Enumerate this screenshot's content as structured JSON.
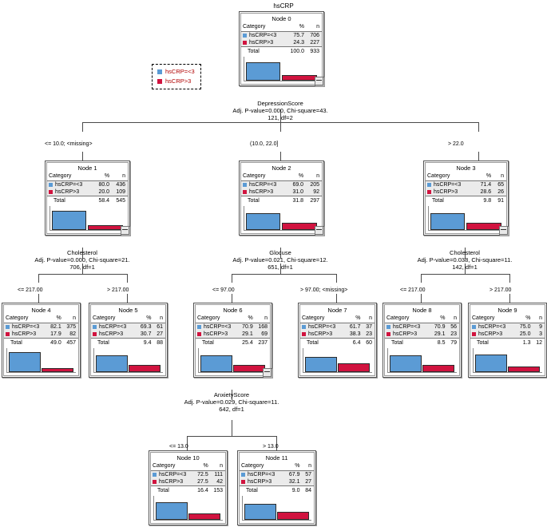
{
  "chart_data": {
    "type": "tree",
    "title": "hsCRP",
    "target_variable": "hsCRP",
    "legend": [
      {
        "label": "hsCRP=<3",
        "color": "#5b9bd5"
      },
      {
        "label": "hsCRP>3",
        "color": "#d1133f"
      }
    ],
    "table_headers": {
      "category": "Category",
      "pct": "%",
      "n": "n",
      "total": "Total"
    },
    "nodes": [
      {
        "id": "node0",
        "title": "Node 0",
        "rows": [
          {
            "label": "hsCRP=<3",
            "pct": "75.7",
            "n": "706"
          },
          {
            "label": "hsCRP>3",
            "pct": "24.3",
            "n": "227"
          }
        ],
        "total": {
          "pct": "100.0",
          "n": "933"
        },
        "split": {
          "var": "DepressionScore",
          "line1": "Adj. P-value=0.000, Chi-square=43.",
          "line2": "121, df=2"
        }
      },
      {
        "id": "node1",
        "title": "Node 1",
        "rows": [
          {
            "label": "hsCRP=<3",
            "pct": "80.0",
            "n": "436"
          },
          {
            "label": "hsCRP>3",
            "pct": "20.0",
            "n": "109"
          }
        ],
        "total": {
          "pct": "58.4",
          "n": "545"
        },
        "split": {
          "var": "Cholesterol",
          "line1": "Adj. P-value=0.000, Chi-square=21.",
          "line2": "706, df=1"
        }
      },
      {
        "id": "node2",
        "title": "Node 2",
        "rows": [
          {
            "label": "hsCRP=<3",
            "pct": "69.0",
            "n": "205"
          },
          {
            "label": "hsCRP>3",
            "pct": "31.0",
            "n": "92"
          }
        ],
        "total": {
          "pct": "31.8",
          "n": "297"
        },
        "split": {
          "var": "Glocuse",
          "line1": "Adj. P-value=0.021, Chi-square=12.",
          "line2": "651, df=1"
        }
      },
      {
        "id": "node3",
        "title": "Node 3",
        "rows": [
          {
            "label": "hsCRP=<3",
            "pct": "71.4",
            "n": "65"
          },
          {
            "label": "hsCRP>3",
            "pct": "28.6",
            "n": "26"
          }
        ],
        "total": {
          "pct": "9.8",
          "n": "91"
        },
        "split": {
          "var": "Cholesterol",
          "line1": "Adj. P-value=0.038, Chi-square=11.",
          "line2": "142, df=1"
        }
      },
      {
        "id": "node4",
        "title": "Node 4",
        "rows": [
          {
            "label": "hsCRP=<3",
            "pct": "82.1",
            "n": "375"
          },
          {
            "label": "hsCRP>3",
            "pct": "17.9",
            "n": "82"
          }
        ],
        "total": {
          "pct": "49.0",
          "n": "457"
        }
      },
      {
        "id": "node5",
        "title": "Node 5",
        "rows": [
          {
            "label": "hsCRP=<3",
            "pct": "69.3",
            "n": "61"
          },
          {
            "label": "hsCRP>3",
            "pct": "30.7",
            "n": "27"
          }
        ],
        "total": {
          "pct": "9.4",
          "n": "88"
        }
      },
      {
        "id": "node6",
        "title": "Node 6",
        "rows": [
          {
            "label": "hsCRP=<3",
            "pct": "70.9",
            "n": "168"
          },
          {
            "label": "hsCRP>3",
            "pct": "29.1",
            "n": "69"
          }
        ],
        "total": {
          "pct": "25.4",
          "n": "237"
        },
        "split": {
          "var": "AnxietyScore",
          "line1": "Adj. P-value=0.029, Chi-square=11.",
          "line2": "642, df=1"
        }
      },
      {
        "id": "node7",
        "title": "Node 7",
        "rows": [
          {
            "label": "hsCRP=<3",
            "pct": "61.7",
            "n": "37"
          },
          {
            "label": "hsCRP>3",
            "pct": "38.3",
            "n": "23"
          }
        ],
        "total": {
          "pct": "6.4",
          "n": "60"
        }
      },
      {
        "id": "node8",
        "title": "Node 8",
        "rows": [
          {
            "label": "hsCRP=<3",
            "pct": "70.9",
            "n": "56"
          },
          {
            "label": "hsCRP>3",
            "pct": "29.1",
            "n": "23"
          }
        ],
        "total": {
          "pct": "8.5",
          "n": "79"
        }
      },
      {
        "id": "node9",
        "title": "Node 9",
        "rows": [
          {
            "label": "hsCRP=<3",
            "pct": "75.0",
            "n": "9"
          },
          {
            "label": "hsCRP>3",
            "pct": "25.0",
            "n": "3"
          }
        ],
        "total": {
          "pct": "1.3",
          "n": "12"
        }
      },
      {
        "id": "node10",
        "title": "Node 10",
        "rows": [
          {
            "label": "hsCRP=<3",
            "pct": "72.5",
            "n": "111"
          },
          {
            "label": "hsCRP>3",
            "pct": "27.5",
            "n": "42"
          }
        ],
        "total": {
          "pct": "16.4",
          "n": "153"
        }
      },
      {
        "id": "node11",
        "title": "Node 11",
        "rows": [
          {
            "label": "hsCRP=<3",
            "pct": "67.9",
            "n": "57"
          },
          {
            "label": "hsCRP>3",
            "pct": "32.1",
            "n": "27"
          }
        ],
        "total": {
          "pct": "9.0",
          "n": "84"
        }
      }
    ],
    "edge_labels": {
      "e0_1": "<= 10.0;  <missing>",
      "e0_2": "(10.0, 22.0]",
      "e0_3": "> 22.0",
      "e1_4": "<= 217.00",
      "e1_5": "> 217.00",
      "e2_6": "<= 97.00",
      "e2_7": "> 97.00;  <missing>",
      "e3_8": "<= 217.00",
      "e3_9": "> 217.00",
      "e6_10": "<= 13.0",
      "e6_11": "> 13.0"
    }
  }
}
